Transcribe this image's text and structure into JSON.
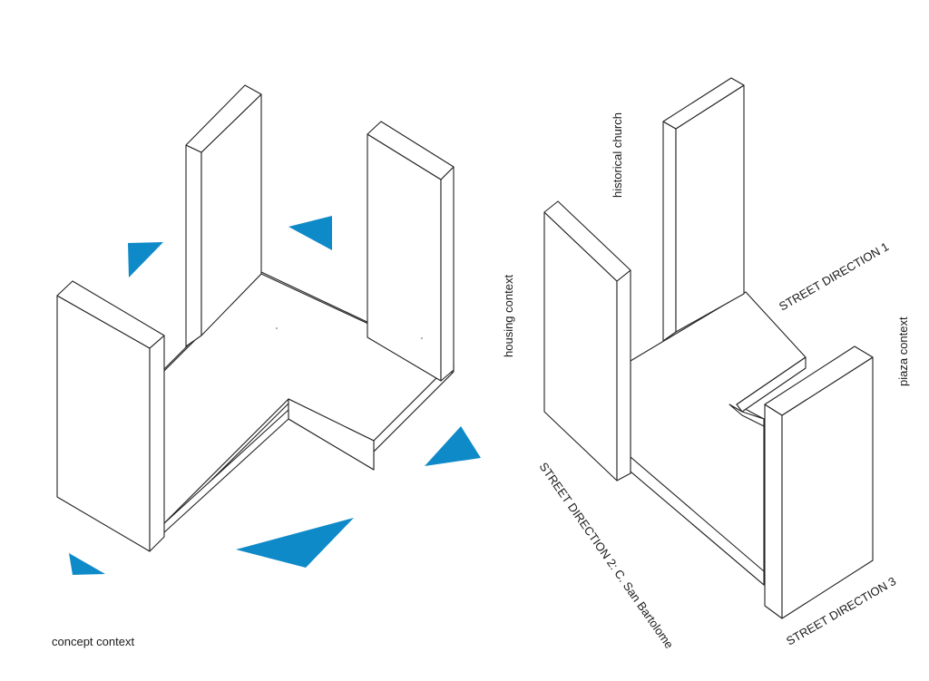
{
  "labels": {
    "concept": "concept context",
    "historical_church": "historical church",
    "housing": "housing context",
    "street_1": "STREET DIRECTION 1",
    "piaza": "piaza context",
    "street_2": "STREET DIRECTION 2: C. San Bartolome",
    "street_3": "STREET DIRECTION 3"
  },
  "colors": {
    "accent": "#0f8ac8",
    "line": "#222222",
    "background": "#ffffff"
  }
}
